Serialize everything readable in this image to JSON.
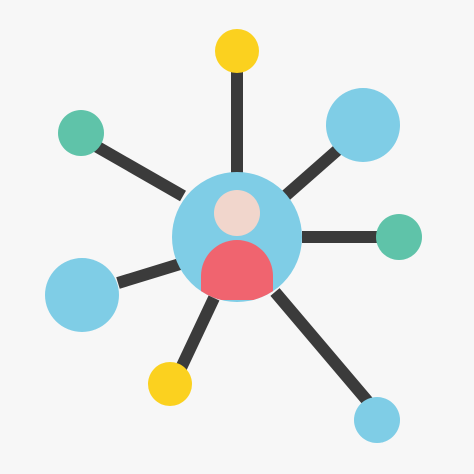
{
  "icon": {
    "name": "network-user-icon",
    "colors": {
      "background": "#f7f7f7",
      "connector": "#3b3b3b",
      "hub": "#7fcde6",
      "person_head": "#f1d6cc",
      "person_body": "#f0646f",
      "yellow_node": "#fbd11f",
      "teal_node": "#5fc3a9",
      "blue_node": "#7fcde6"
    },
    "nodes": [
      {
        "name": "top-yellow-node-icon",
        "color": "yellow"
      },
      {
        "name": "top-left-teal-node-icon",
        "color": "teal"
      },
      {
        "name": "top-right-blue-node-icon",
        "color": "blue"
      },
      {
        "name": "right-teal-node-icon",
        "color": "teal"
      },
      {
        "name": "left-blue-node-icon",
        "color": "blue"
      },
      {
        "name": "bottom-left-yellow-node-icon",
        "color": "yellow"
      },
      {
        "name": "bottom-right-blue-node-icon",
        "color": "blue"
      }
    ]
  }
}
